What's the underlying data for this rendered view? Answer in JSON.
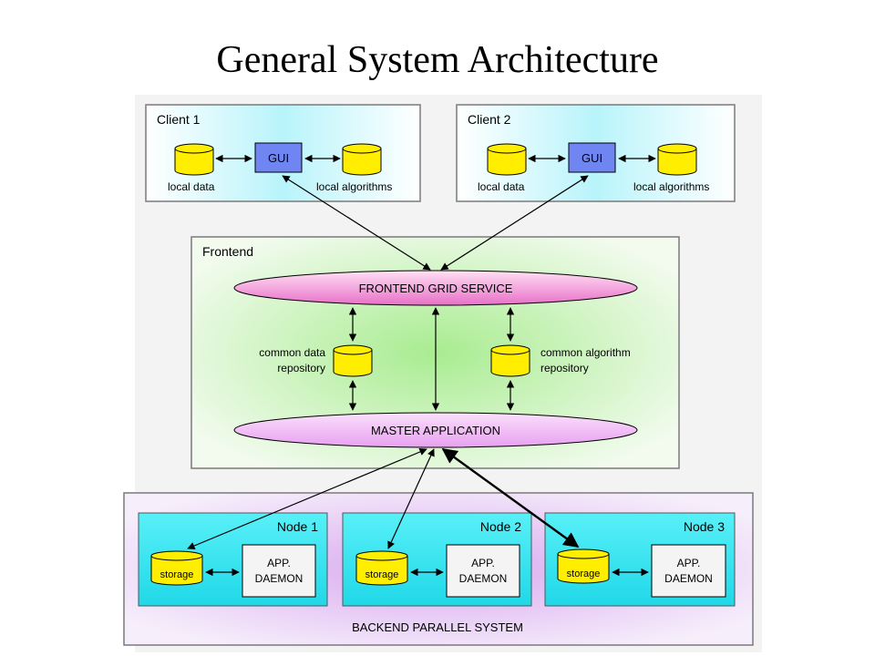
{
  "title": "General System Architecture",
  "clients": [
    {
      "name": "Client 1",
      "gui": "GUI",
      "local_data": "local data",
      "local_algorithms": "local algorithms"
    },
    {
      "name": "Client 2",
      "gui": "GUI",
      "local_data": "local data",
      "local_algorithms": "local algorithms"
    }
  ],
  "frontend": {
    "name": "Frontend",
    "grid_service": "FRONTEND GRID SERVICE",
    "master_app": "MASTER APPLICATION",
    "data_repo": [
      "common data",
      "repository"
    ],
    "algo_repo": [
      "common algorithm",
      "repository"
    ]
  },
  "backend": {
    "name": "BACKEND PARALLEL SYSTEM",
    "nodes": [
      {
        "name": "Node 1",
        "storage": "storage",
        "daemon": [
          "APP.",
          "DAEMON"
        ]
      },
      {
        "name": "Node 2",
        "storage": "storage",
        "daemon": [
          "APP.",
          "DAEMON"
        ]
      },
      {
        "name": "Node 3",
        "storage": "storage",
        "daemon": [
          "APP.",
          "DAEMON"
        ]
      }
    ]
  },
  "colors": {
    "client_fill": "#c4f7fb",
    "frontend_fill": "#c8f0b8",
    "backend_fill": "#e0c6f2",
    "node_fill": "#35e6f2",
    "cylinder": "#ffee00",
    "gui": "#6f86f2",
    "ellipse": "#f0a0d8"
  }
}
